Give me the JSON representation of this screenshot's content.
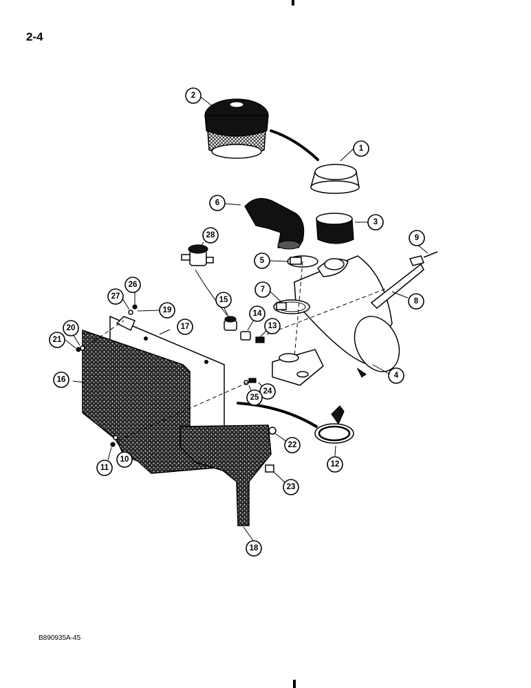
{
  "page": {
    "number": "2-4",
    "figure_code": "B890935A-45"
  },
  "callouts": [
    "1",
    "2",
    "3",
    "4",
    "5",
    "6",
    "7",
    "8",
    "9",
    "10",
    "11",
    "12",
    "13",
    "14",
    "15",
    "16",
    "17",
    "18",
    "19",
    "20",
    "21",
    "22",
    "23",
    "24",
    "25",
    "26",
    "27",
    "28"
  ]
}
